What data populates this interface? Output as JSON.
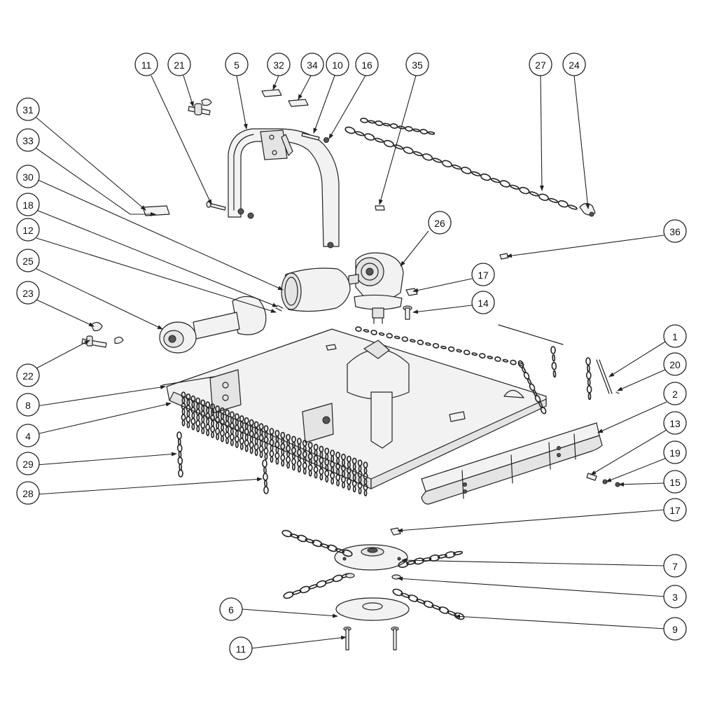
{
  "callouts": [
    {
      "id": "c-11-top",
      "label": "11"
    },
    {
      "id": "c-21",
      "label": "21"
    },
    {
      "id": "c-5",
      "label": "5"
    },
    {
      "id": "c-32",
      "label": "32"
    },
    {
      "id": "c-34",
      "label": "34"
    },
    {
      "id": "c-10",
      "label": "10"
    },
    {
      "id": "c-16",
      "label": "16"
    },
    {
      "id": "c-35",
      "label": "35"
    },
    {
      "id": "c-27",
      "label": "27"
    },
    {
      "id": "c-24",
      "label": "24"
    },
    {
      "id": "c-31",
      "label": "31"
    },
    {
      "id": "c-33",
      "label": "33"
    },
    {
      "id": "c-30",
      "label": "30"
    },
    {
      "id": "c-18",
      "label": "18"
    },
    {
      "id": "c-12",
      "label": "12"
    },
    {
      "id": "c-25",
      "label": "25"
    },
    {
      "id": "c-23",
      "label": "23"
    },
    {
      "id": "c-22",
      "label": "22"
    },
    {
      "id": "c-26",
      "label": "26"
    },
    {
      "id": "c-36",
      "label": "36"
    },
    {
      "id": "c-17-top",
      "label": "17"
    },
    {
      "id": "c-14",
      "label": "14"
    },
    {
      "id": "c-1",
      "label": "1"
    },
    {
      "id": "c-20",
      "label": "20"
    },
    {
      "id": "c-2",
      "label": "2"
    },
    {
      "id": "c-13",
      "label": "13"
    },
    {
      "id": "c-19",
      "label": "19"
    },
    {
      "id": "c-15",
      "label": "15"
    },
    {
      "id": "c-8",
      "label": "8"
    },
    {
      "id": "c-4",
      "label": "4"
    },
    {
      "id": "c-29",
      "label": "29"
    },
    {
      "id": "c-28",
      "label": "28"
    },
    {
      "id": "c-17-bottom",
      "label": "17"
    },
    {
      "id": "c-7",
      "label": "7"
    },
    {
      "id": "c-3",
      "label": "3"
    },
    {
      "id": "c-6",
      "label": "6"
    },
    {
      "id": "c-9",
      "label": "9"
    },
    {
      "id": "c-11-bottom",
      "label": "11"
    }
  ],
  "colors": {
    "line": "#222222",
    "background": "#ffffff",
    "fill": "#f2f2f2"
  }
}
